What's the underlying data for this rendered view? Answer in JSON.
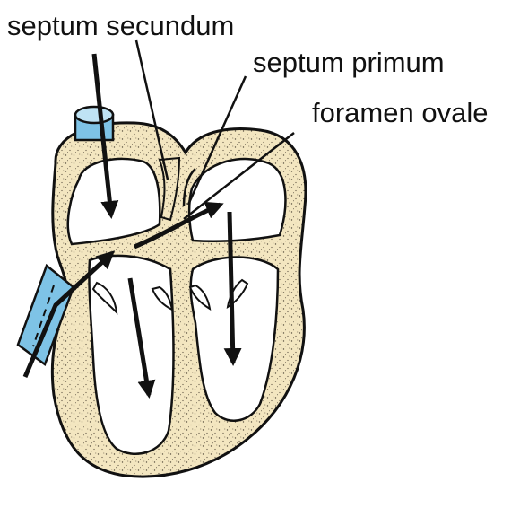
{
  "labels": {
    "septum_secundum": "septum secundum",
    "septum_primum": "septum primum",
    "foramen_ovale": "foramen ovale"
  },
  "colors": {
    "wall": "#f3e6c0",
    "speckle": "#5a5040",
    "outline": "#111111",
    "vessel": "#7ec3e6",
    "chamber": "#ffffff"
  },
  "icons": {
    "heart": "fetal-heart-cross-section",
    "flow": "arrow"
  }
}
